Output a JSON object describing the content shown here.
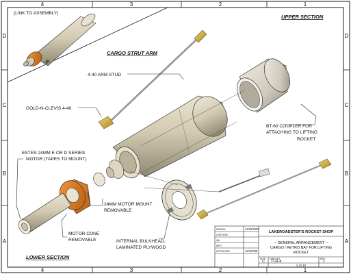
{
  "border": {
    "top_columns": [
      "4",
      "3",
      "2",
      "1"
    ],
    "bottom_columns": [
      "4",
      "3",
      "2",
      "1"
    ],
    "left_rows": [
      "D",
      "C",
      "B",
      "A"
    ],
    "right_rows": [
      "D",
      "C",
      "B",
      "A"
    ]
  },
  "labels": {
    "link_to_assembly": "(LINK TO ASSEMBLY)",
    "upper_section": "UPPER SECTION",
    "lower_section": "LOWER SECTION",
    "cargo_strut_arm": "CARGO STRUT ARM",
    "arm_stud": "4-40 ARM STUD",
    "gold_clevis": "GOLD-N-CLEVIS 4-40",
    "coupler_line1": "BT-60 COUPLER FOR",
    "coupler_line2": "ATTACHING TO LIFTING",
    "coupler_line3": "ROCKET",
    "estes_line1": "ESTES 24MM E OR D SERIES",
    "estes_line2": "MOTOR (TAPES TO MOUNT)",
    "motor_mount_line1": "24MM MOTOR MOUNT",
    "motor_mount_line2": "REMOVABLE",
    "motor_cone_line1": "MOTOR CONE",
    "motor_cone_line2": "REMOVABLE",
    "bulkhead_line1": "INTERNAL BULKHEAD,",
    "bulkhead_line2": "LAMINATED PLYWOOD"
  },
  "title_block": {
    "company": "LAKEROADSTER'S ROCKET SHOP",
    "title_line1": "~ GENERAL ARRANGEMENT ~",
    "title_line2": "CARGO / RETRO BAY FOR LIFTING",
    "title_line3": "ROCKET",
    "size": "C",
    "dwg_no": "TLR-4",
    "rev": "1",
    "sheet": "1 of 10",
    "date1": "11/26/2008",
    "date2": "11/2/2008",
    "field_labels": [
      "DRAWN",
      "CHECKED",
      "QA",
      "MFG",
      "APPROVED"
    ],
    "size_label": "SIZE",
    "dwgno_label": "DWG NO",
    "rev_label": "REV"
  },
  "colors": {
    "body_tube": "#cfc6ae",
    "body_shadow": "#8f8770",
    "coupler": "#d8d3c6",
    "motor_cone": "#e07a1e",
    "clevis": "#d9b948",
    "line": "#1a1a1a"
  }
}
